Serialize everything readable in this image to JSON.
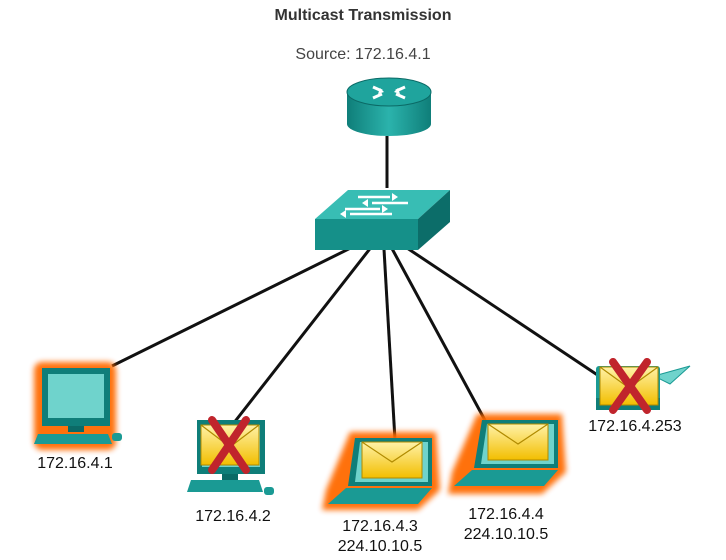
{
  "title": "Multicast Transmission",
  "subtitle": "Source: 172.16.4.1",
  "colors": {
    "device": "#1a9a94",
    "device_dark": "#0b6a66",
    "highlight": "#ff6a00",
    "envelope": "#f5c400",
    "x_mark": "#c0242c",
    "link": "#111111"
  },
  "nodes": [
    {
      "id": "router",
      "icon": "router-icon"
    },
    {
      "id": "switch",
      "icon": "switch-icon"
    },
    {
      "id": "pc1",
      "icon": "desktop-computer-icon",
      "lines": [
        "172.16.4.1"
      ],
      "highlighted": true,
      "envelope": false,
      "rejected": false
    },
    {
      "id": "pc2",
      "icon": "desktop-computer-icon",
      "lines": [
        "172.16.4.2"
      ],
      "highlighted": false,
      "envelope": true,
      "rejected": true
    },
    {
      "id": "laptop3",
      "icon": "laptop-icon",
      "lines": [
        "172.16.4.3",
        "224.10.10.5"
      ],
      "highlighted": true,
      "envelope": true,
      "rejected": false
    },
    {
      "id": "laptop4",
      "icon": "laptop-icon",
      "lines": [
        "172.16.4.4",
        "224.10.10.5"
      ],
      "highlighted": true,
      "envelope": true,
      "rejected": false
    },
    {
      "id": "printer",
      "icon": "printer-icon",
      "lines": [
        "172.16.4.253"
      ],
      "highlighted": false,
      "envelope": true,
      "rejected": true
    }
  ],
  "links": [
    [
      "router",
      "switch"
    ],
    [
      "switch",
      "pc1"
    ],
    [
      "switch",
      "pc2"
    ],
    [
      "switch",
      "laptop3"
    ],
    [
      "switch",
      "laptop4"
    ],
    [
      "switch",
      "printer"
    ]
  ]
}
